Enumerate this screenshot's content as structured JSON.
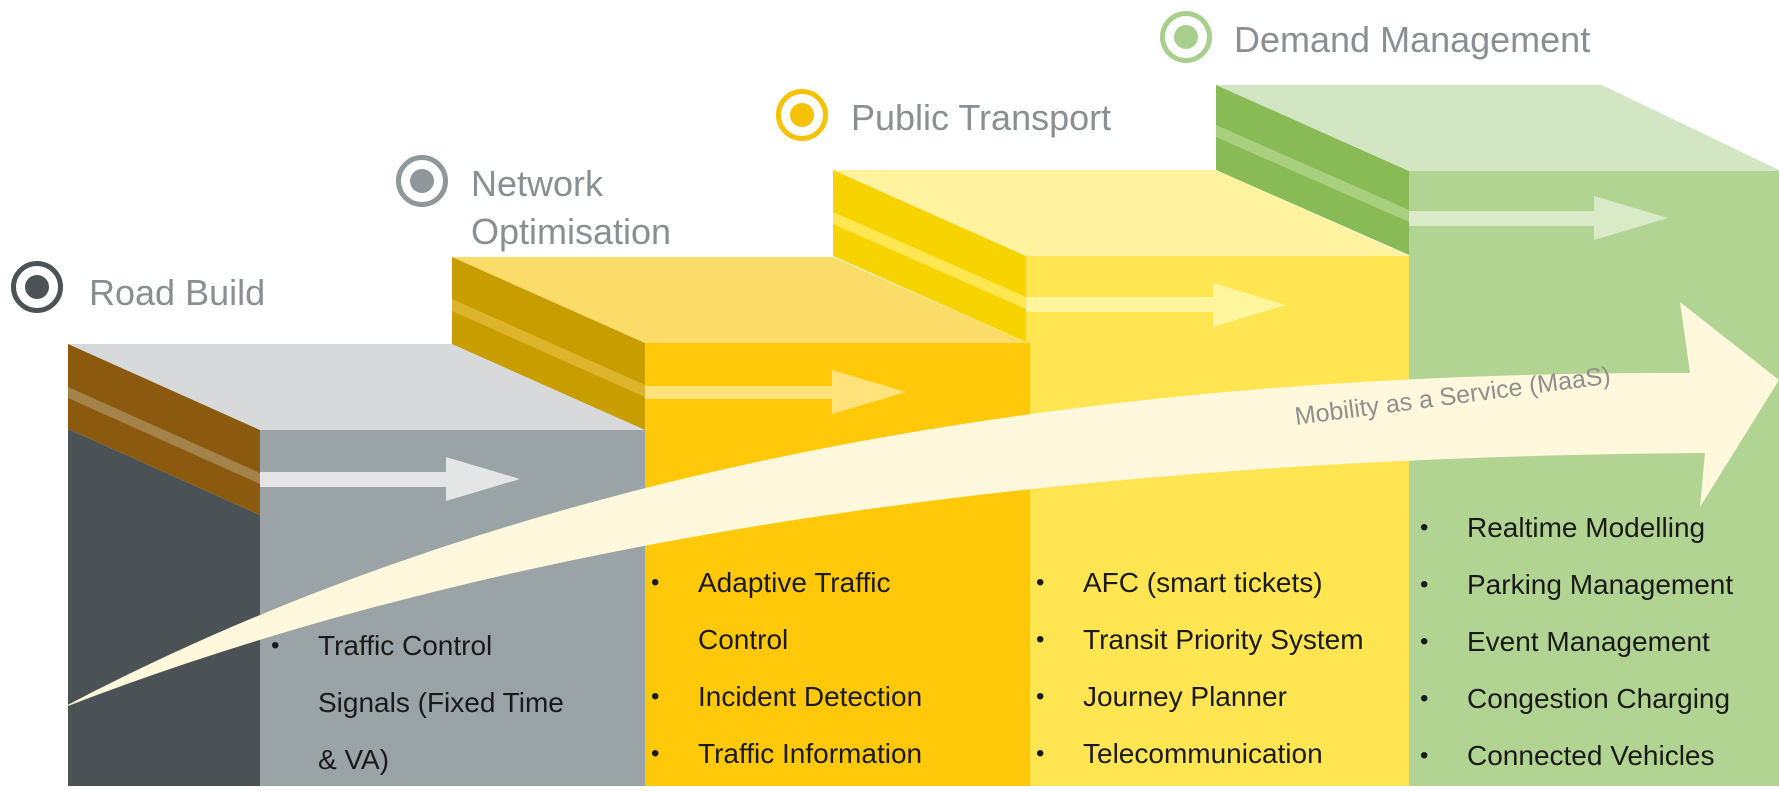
{
  "stages": [
    {
      "id": "road-build",
      "title": "Road Build",
      "title_lines": [
        "Road Build"
      ],
      "marker_color": "#4c5357",
      "colors": {
        "top": "#d7d9da",
        "front": "#9aa3a5",
        "side": "#4b5255",
        "band": "#8c5a0e"
      },
      "items": [
        "Traffic Control",
        "Signals  (Fixed Time",
        "& VA)"
      ],
      "bullet_rows": [
        0
      ]
    },
    {
      "id": "network-optimisation",
      "title": "Network Optimisation",
      "title_lines": [
        "Network",
        "Optimisation"
      ],
      "marker_color": "#8f979b",
      "colors": {
        "top": "#fbdc68",
        "front": "#ffc90a",
        "side": "#ffc90a",
        "band": "#c79d00"
      },
      "items": [
        "Adaptive Traffic",
        "Control",
        "Incident Detection",
        "Traffic Information"
      ],
      "bullet_rows": [
        0,
        2,
        3
      ]
    },
    {
      "id": "public-transport",
      "title": "Public Transport",
      "title_lines": [
        "Public Transport"
      ],
      "marker_color": "#f5c100",
      "colors": {
        "top": "#fff3a0",
        "front": "#ffe552",
        "side": "#ffe552",
        "band": "#f7d400"
      },
      "items": [
        "AFC (smart tickets)",
        "Transit Priority System",
        "Journey Planner",
        "Telecommunication"
      ],
      "bullet_rows": [
        0,
        1,
        2,
        3
      ]
    },
    {
      "id": "demand-management",
      "title": "Demand Management",
      "title_lines": [
        "Demand Management"
      ],
      "marker_color": "#a8cf8e",
      "colors": {
        "top": "#d3e6c3",
        "front": "#b1d493",
        "side": "#b1d493",
        "band": "#88bb55"
      },
      "items": [
        "Realtime Modelling",
        "Parking Management",
        "Event Management",
        "Congestion Charging",
        "Connected Vehicles"
      ],
      "bullet_rows": [
        0,
        1,
        2,
        3,
        4
      ]
    }
  ],
  "maas": {
    "label": "Mobility as a Service (MaaS)",
    "color": "#fff8dc"
  },
  "colors": {
    "stage_title": "#8a8f93",
    "item_text": "#1a1a1a",
    "flow_arrow_gray": "#e4e6e6",
    "flow_arrow_yellow": "#ffe27a",
    "flow_arrow_light": "#fff59c",
    "flow_arrow_green": "#d8eac6"
  }
}
